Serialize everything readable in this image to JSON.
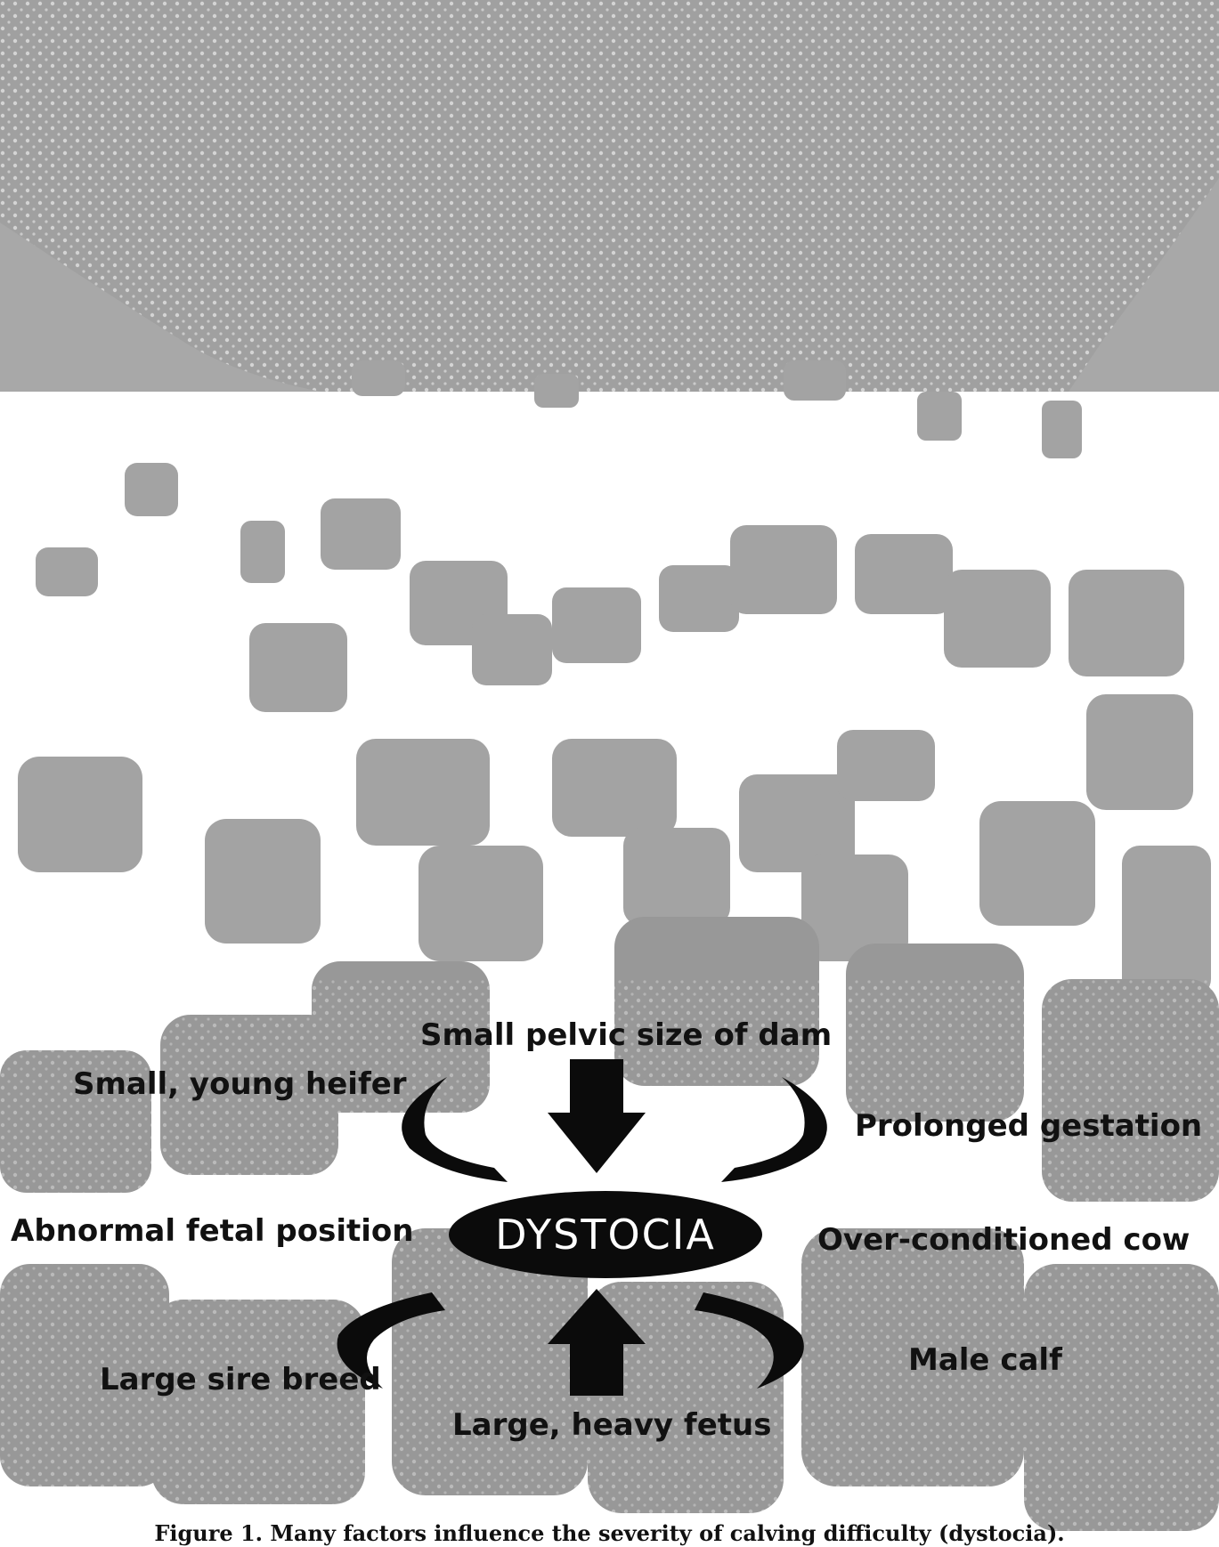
{
  "diagram": {
    "center": "DYSTOCIA",
    "factors": {
      "top": "Small pelvic size of dam",
      "upper_left": "Small, young heifer",
      "upper_right": "Prolonged gestation",
      "left": "Abnormal fetal position",
      "right": "Over-conditioned cow",
      "lower_left": "Large sire breed",
      "lower_right": "Male calf",
      "bottom": "Large, heavy fetus"
    }
  },
  "caption": "Figure 1.  Many factors influence the severity of calving difficulty (dystocia).",
  "colors": {
    "photo_gray": "#9a9a9a",
    "ink": "#111111"
  }
}
